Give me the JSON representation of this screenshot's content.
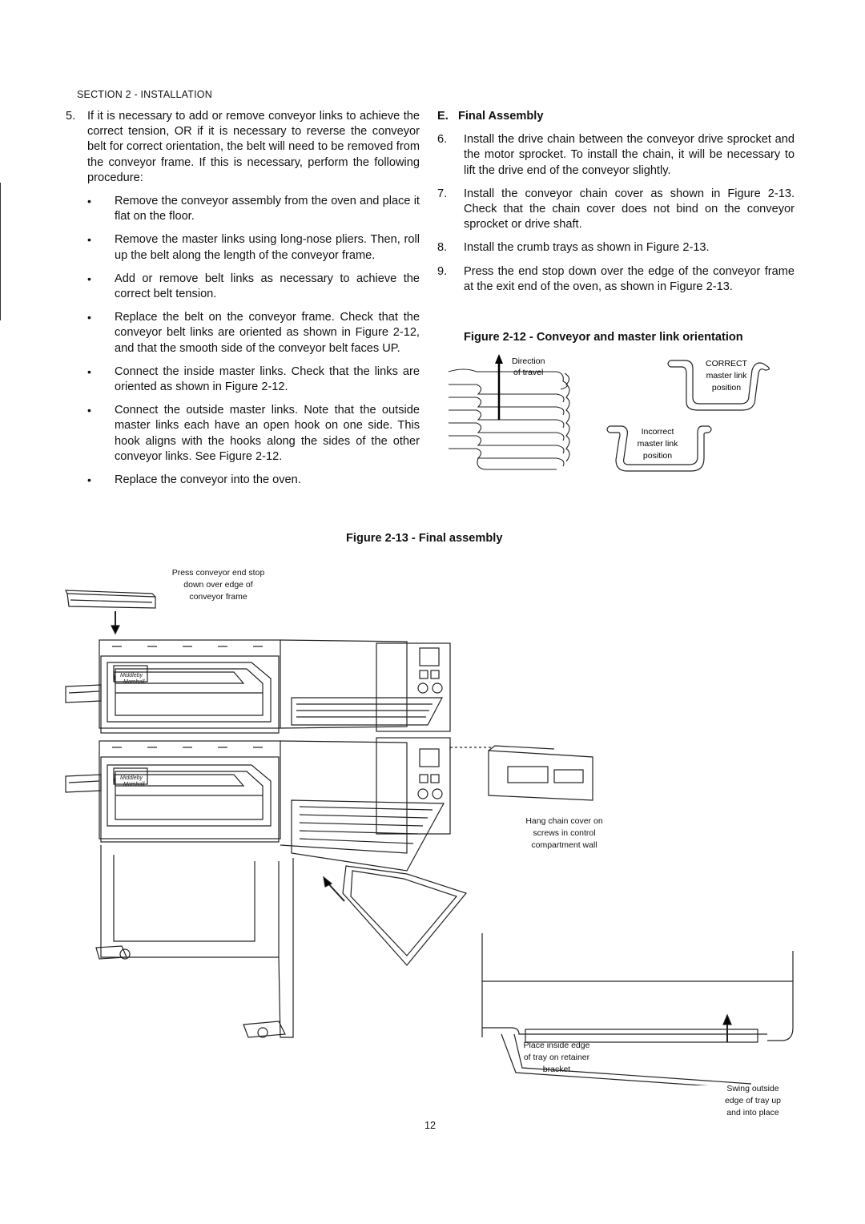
{
  "header": {
    "section": "SECTION 2 - INSTALLATION"
  },
  "left_column": {
    "item5": {
      "num": "5.",
      "text": "If it is necessary to add or remove conveyor links to achieve the correct tension, OR if it is necessary to reverse the conveyor belt for correct orientation, the belt will need to be removed from the conveyor frame.  If this is necessary, perform the following procedure:"
    },
    "bullets": [
      "Remove the conveyor assembly from the oven and place it flat on the floor.",
      "Remove the master links using long-nose pliers. Then, roll up the belt along the length of the conveyor frame.",
      "Add or remove belt links as necessary to achieve the correct belt tension.",
      "Replace the belt on the conveyor frame. Check that the conveyor belt links are oriented as shown in Figure 2-12, and that the smooth side of the conveyor belt faces UP.",
      "Connect the inside master links.  Check that the links are oriented as shown in Figure 2-12.",
      "Connect the outside master links.  Note that the outside master links each have an open hook on one side.  This hook aligns with the hooks along the sides of the other conveyor links.  See Figure 2-12.",
      "Replace the conveyor into the oven."
    ],
    "bullet_char": "•"
  },
  "right_column": {
    "section_heading": "E.   Final Assembly",
    "items": [
      {
        "num": "6.",
        "text": "Install the drive chain between the conveyor drive sprocket and the motor sprocket.  To install the chain, it will be necessary to lift the drive end of the conveyor slightly."
      },
      {
        "num": "7.",
        "text": "Install the conveyor chain cover as shown in Figure 2-13. Check that the chain cover does not bind on the conveyor sprocket or drive shaft."
      },
      {
        "num": "8.",
        "text": "Install the crumb trays as shown in Figure 2-13."
      },
      {
        "num": "9.",
        "text": "Press the end stop down over the edge of the conveyor frame at the exit end of the oven, as shown in Figure 2-13."
      }
    ]
  },
  "figure_2_12": {
    "caption": "Figure 2-12 - Conveyor and master link orientation",
    "label_direction_1": "Direction",
    "label_direction_2": "of  travel",
    "label_correct_1": "CORRECT",
    "label_correct_2": "master link",
    "label_correct_3": "position",
    "label_incorrect_1": "Incorrect",
    "label_incorrect_2": "master link",
    "label_incorrect_3": "position"
  },
  "figure_2_13": {
    "caption": "Figure 2-13 - Final assembly",
    "label_endstop_1": "Press conveyor end stop",
    "label_endstop_2": "down over edge of",
    "label_endstop_3": "conveyor  frame",
    "label_chain_1": "Hang chain cover on",
    "label_chain_2": "screws in control",
    "label_chain_3": "compartment wall",
    "label_tray_1": "Place inside edge",
    "label_tray_2": "of tray on retainer",
    "label_tray_3": "bracket",
    "label_swing_1": "Swing outside",
    "label_swing_2": "edge of tray up",
    "label_swing_3": "and into place",
    "brand_1": "Middleby",
    "brand_2": "Marshall"
  },
  "footer": {
    "page_number": "12"
  }
}
